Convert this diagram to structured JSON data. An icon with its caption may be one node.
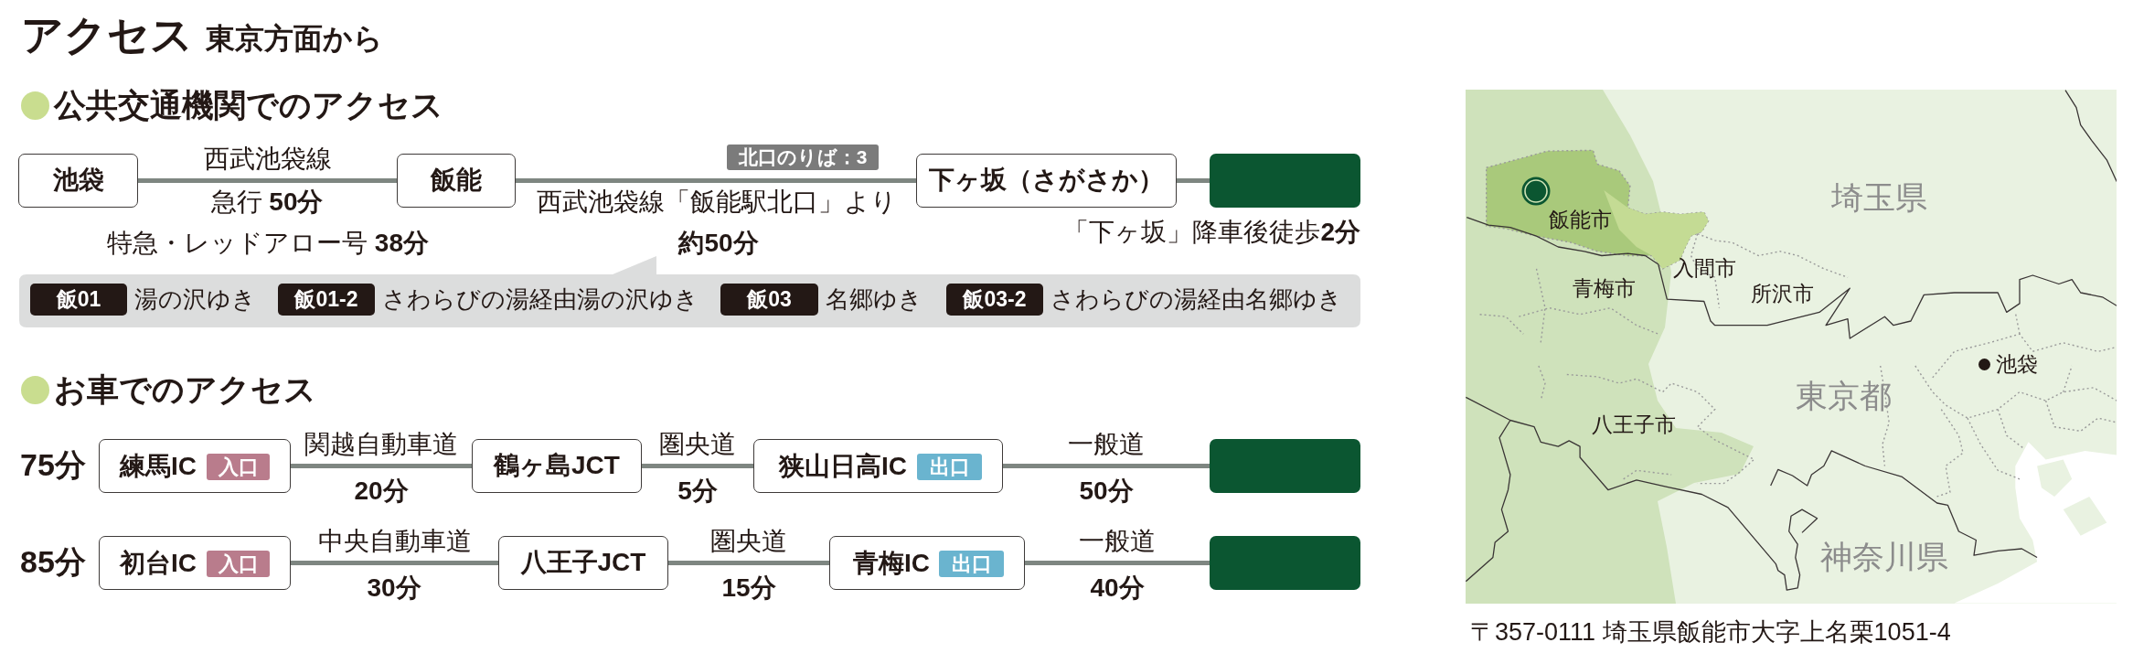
{
  "diagram": {
    "title": "アクセス",
    "nodes": [
      {
        "text": [
          "池袋"
        ]
      },
      {
        "text": [
          "飯能"
        ]
      },
      {
        "text": [
          "北口のりば：3"
        ]
      },
      {
        "text": [
          "下ヶ坂（さがさか）"
        ]
      },
      {
        "text": [],
        "shape": "box"
      },
      {
        "text": [],
        "shape": "box"
      },
      {
        "text": [
          "飯01"
        ],
        "in": 5,
        "beside": [
          "湯の沢ゆき"
        ]
      },
      {
        "text": [
          "飯01-2"
        ],
        "in": 5,
        "beside": [
          "さわらびの湯経由湯の沢ゆき"
        ]
      },
      {
        "text": [
          "飯03"
        ],
        "in": 5,
        "beside": [
          "名郷ゆき"
        ]
      },
      {
        "text": [
          "飯03-2"
        ],
        "in": 5,
        "beside": [
          "さわらびの湯経由名郷ゆき"
        ]
      },
      {
        "text": [
          "練馬IC"
        ]
      },
      {
        "text": [
          "入口"
        ],
        "in": 10
      },
      {
        "text": [
          "鶴ヶ島JCT"
        ]
      },
      {
        "text": [
          "狭山日高IC"
        ]
      },
      {
        "text": [
          "出口"
        ],
        "in": 13
      },
      {
        "text": [],
        "shape": "box"
      },
      {
        "text": [
          "初台IC"
        ]
      },
      {
        "text": [
          "入口"
        ],
        "in": 16
      },
      {
        "text": [
          "八王子JCT"
        ]
      },
      {
        "text": [
          "青梅IC"
        ]
      },
      {
        "text": [
          "出口"
        ],
        "in": 19
      },
      {
        "text": [],
        "shape": "box"
      }
    ],
    "edges": [
      {
        "from": 0,
        "to": 1,
        "arrow": "none",
        "label": "西武池袋線"
      },
      {
        "from": 1,
        "to": 3,
        "arrow": "none"
      },
      {
        "from": 3,
        "to": 4,
        "arrow": "none"
      },
      {
        "from": 10,
        "to": 12,
        "arrow": "none",
        "label": "関越自動車道"
      },
      {
        "from": 12,
        "to": 13,
        "arrow": "none",
        "label": "圏央道"
      },
      {
        "from": 13,
        "to": 15,
        "arrow": "none",
        "label": "一般道"
      },
      {
        "from": 16,
        "to": 18,
        "arrow": "none",
        "label": "中央自動車道"
      },
      {
        "from": 18,
        "to": 19,
        "arrow": "none",
        "label": "圏央道"
      },
      {
        "from": 19,
        "to": 21,
        "arrow": "none",
        "label": "一般道"
      }
    ],
    "labels": [
      "東京方面から",
      "公共交通機関でのアクセス",
      "急行 **50分**",
      "特急・レッドアロー号 **38分**",
      "西武池袋線「飯能駅北口」より",
      "約50分",
      "「下ヶ坂」降車後徒歩**2分**",
      "お車でのアクセス",
      "75分",
      "20分",
      "5分",
      "50分",
      "85分",
      "30分",
      "15分",
      "40分",
      "飯能市",
      "埼玉県",
      "入間市",
      "青梅市",
      "所沢市",
      "池袋",
      "東京都",
      "八王子市",
      "神奈川県",
      "〒357-0111 埼玉県飯能市大字上名栗1051-4"
    ]
  }
}
